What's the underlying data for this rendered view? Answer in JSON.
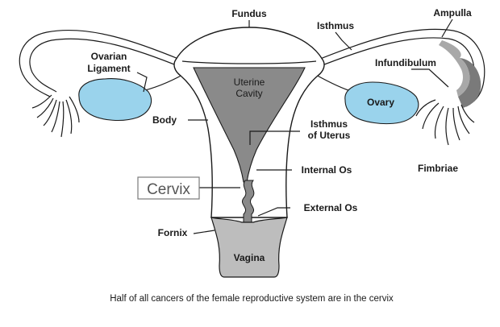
{
  "labels": {
    "fundus": "Fundus",
    "ampulla": "Ampulla",
    "isthmus": "Isthmus",
    "ovarian_ligament_line1": "Ovarian",
    "ovarian_ligament_line2": "Ligament",
    "infundibulum": "Infundibulum",
    "uterine_cavity_line1": "Uterine",
    "uterine_cavity_line2": "Cavity",
    "ovary": "Ovary",
    "body": "Body",
    "isthmus_of_uterus_line1": "Isthmus",
    "isthmus_of_uterus_line2": "of Uterus",
    "fimbriae": "Fimbriae",
    "internal_os": "Internal Os",
    "cervix": "Cervix",
    "external_os": "External Os",
    "fornix": "Fornix",
    "vagina": "Vagina"
  },
  "caption": "Half of all cancers of the female reproductive system are in the cervix",
  "colors": {
    "ovary": "#9ad3ec",
    "cavity": "#8a8a8a",
    "vagina": "#bdbdbd",
    "ampulla": "#7a7a7a",
    "outline": "#1a1a1a"
  }
}
